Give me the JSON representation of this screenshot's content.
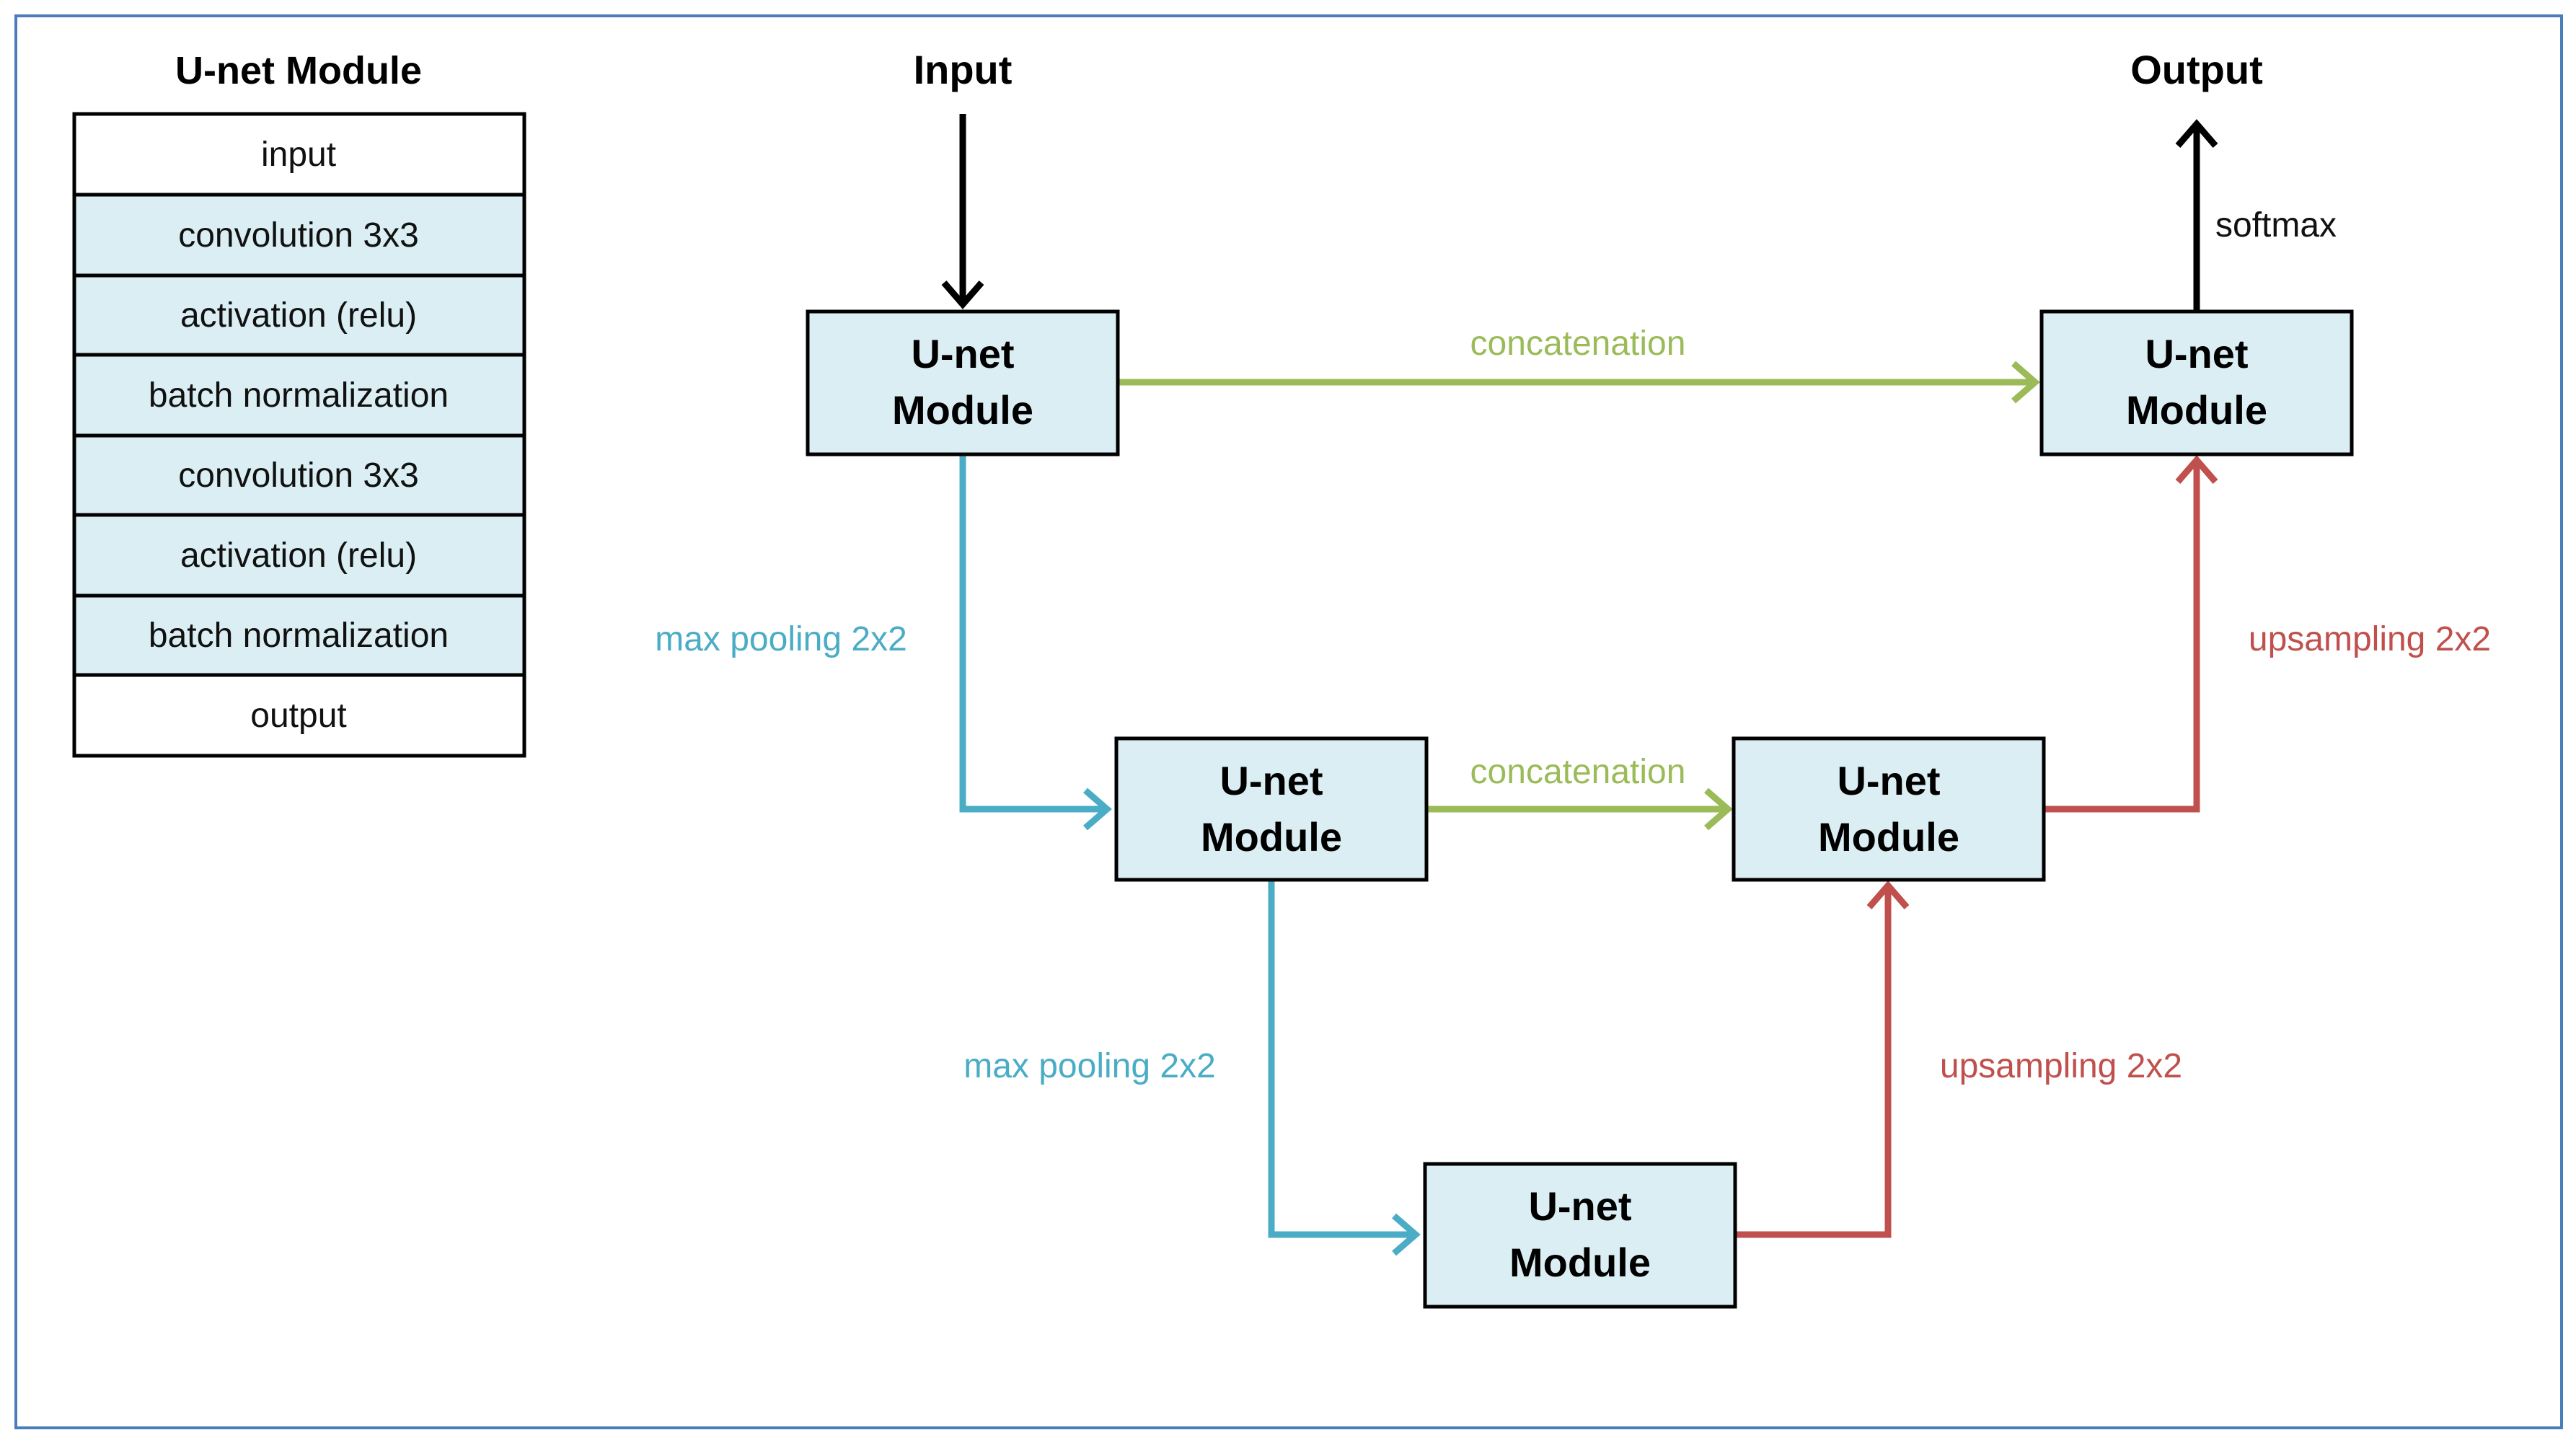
{
  "legend": {
    "title": "U-net Module",
    "rows": [
      {
        "label": "input",
        "shaded": false
      },
      {
        "label": "convolution 3x3",
        "shaded": true
      },
      {
        "label": "activation (relu)",
        "shaded": true
      },
      {
        "label": "batch normalization",
        "shaded": true
      },
      {
        "label": "convolution 3x3",
        "shaded": true
      },
      {
        "label": "activation (relu)",
        "shaded": true
      },
      {
        "label": "batch normalization",
        "shaded": true
      },
      {
        "label": "output",
        "shaded": false
      }
    ]
  },
  "diagram": {
    "input_label": "Input",
    "output_label": "Output",
    "softmax_label": "softmax",
    "modules": [
      {
        "id": "enc1",
        "line1": "U-net",
        "line2": "Module"
      },
      {
        "id": "enc2",
        "line1": "U-net",
        "line2": "Module"
      },
      {
        "id": "bottom",
        "line1": "U-net",
        "line2": "Module"
      },
      {
        "id": "dec2",
        "line1": "U-net",
        "line2": "Module"
      },
      {
        "id": "dec1",
        "line1": "U-net",
        "line2": "Module"
      }
    ],
    "edges": [
      {
        "id": "concat-top",
        "label": "concatenation",
        "kind": "concatenation"
      },
      {
        "id": "concat-mid",
        "label": "concatenation",
        "kind": "concatenation"
      },
      {
        "id": "pool-1",
        "label": "max pooling 2x2",
        "kind": "pooling"
      },
      {
        "id": "pool-2",
        "label": "max pooling 2x2",
        "kind": "pooling"
      },
      {
        "id": "up-1",
        "label": "upsampling 2x2",
        "kind": "upsampling"
      },
      {
        "id": "up-2",
        "label": "upsampling 2x2",
        "kind": "upsampling"
      }
    ]
  },
  "colors": {
    "module_fill": "#daeef3",
    "border": "#000000",
    "frame": "#4a7ebb",
    "pooling": "#4bacc6",
    "concatenation": "#9bbb59",
    "upsampling": "#c0504d",
    "io_arrow": "#000000"
  }
}
